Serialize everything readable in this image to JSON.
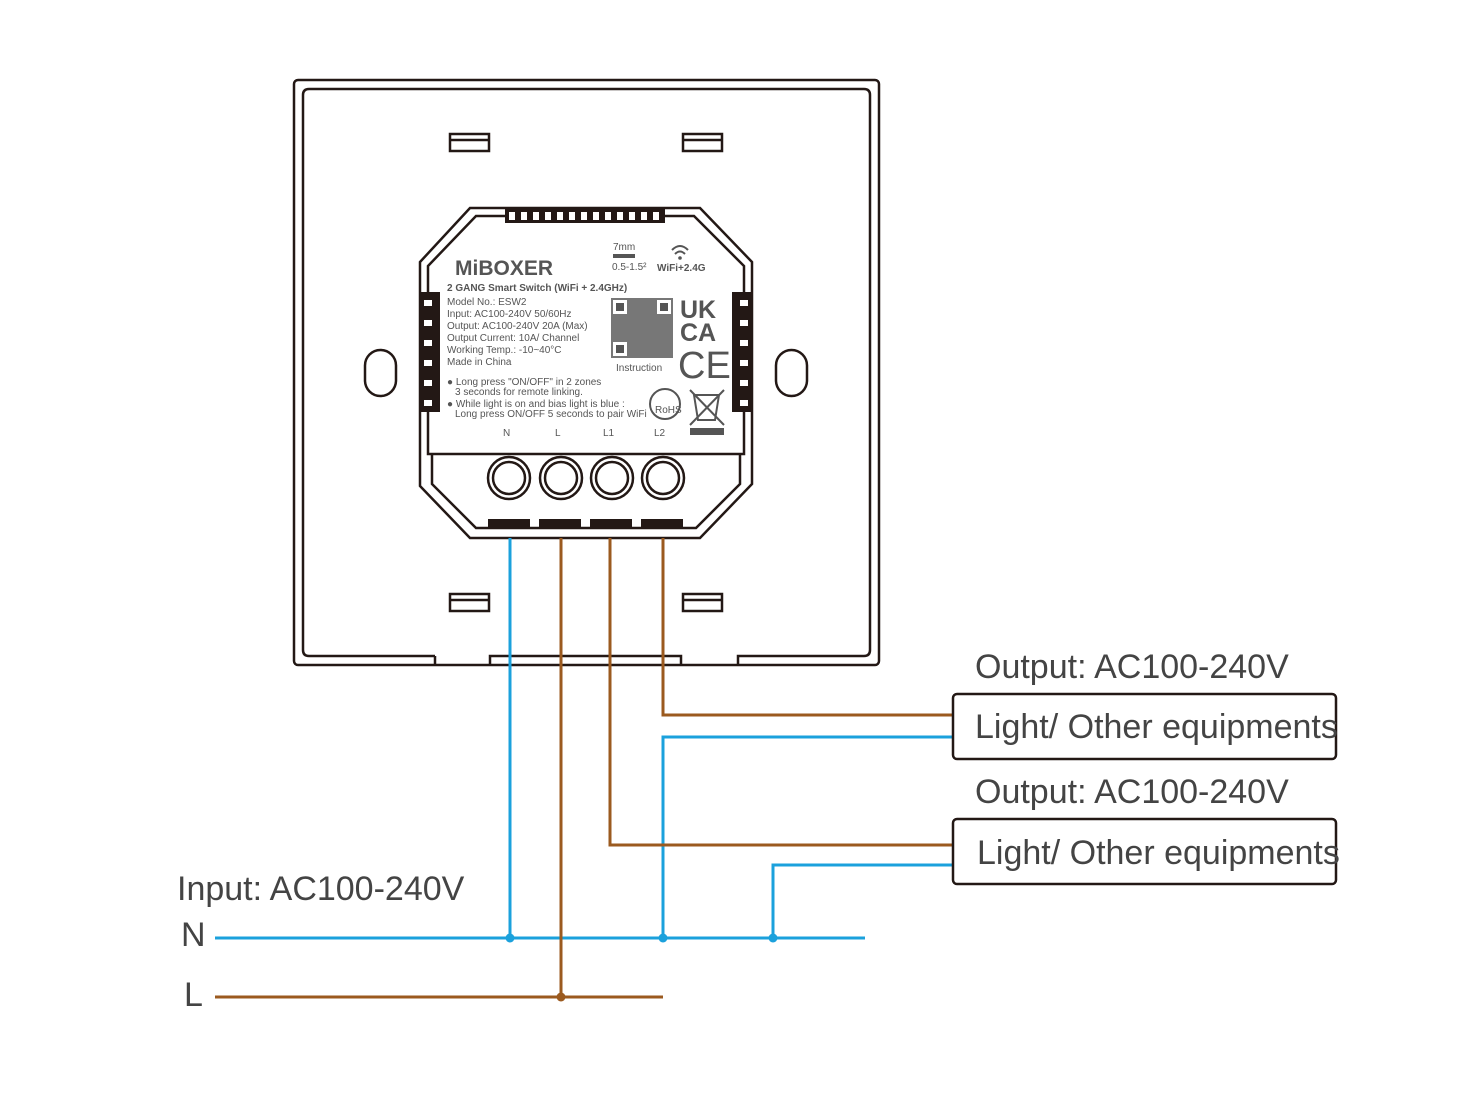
{
  "colors": {
    "neutral_wire": "#1ba1dc",
    "live_wire": "#9b5a1f",
    "outline": "#231815"
  },
  "device": {
    "brand": "MiBOXER",
    "wire_strip": "7mm",
    "wire_size": "0.5-1.5²",
    "wireless": "WiFi+2.4G",
    "product": "2 GANG Smart Switch (WiFi + 2.4GHz)",
    "specs": [
      "Model No.: ESW2",
      "Input: AC100-240V  50/60Hz",
      "Output: AC100-240V  20A (Max)",
      "Output Current: 10A/ Channel",
      "Working Temp.: -10~40°C",
      "Made in China"
    ],
    "notes": [
      "● Long press \"ON/OFF\" in 2 zones",
      "3 seconds for remote linking.",
      "● While light is on and bias light is blue :",
      "Long press ON/OFF 5 seconds to pair WiFi"
    ],
    "qr_caption": "Instruction",
    "marks": [
      "UK",
      "CA",
      "CE",
      "RoHS"
    ],
    "terminals": [
      "N",
      "L",
      "L1",
      "L2"
    ]
  },
  "outputs": [
    {
      "title": "Output: AC100-240V",
      "box": "Light/ Other equipments"
    },
    {
      "title": "Output: AC100-240V",
      "box": "Light/ Other equipments"
    }
  ],
  "input": {
    "title": "Input: AC100-240V",
    "lines": [
      "N",
      "L"
    ]
  }
}
